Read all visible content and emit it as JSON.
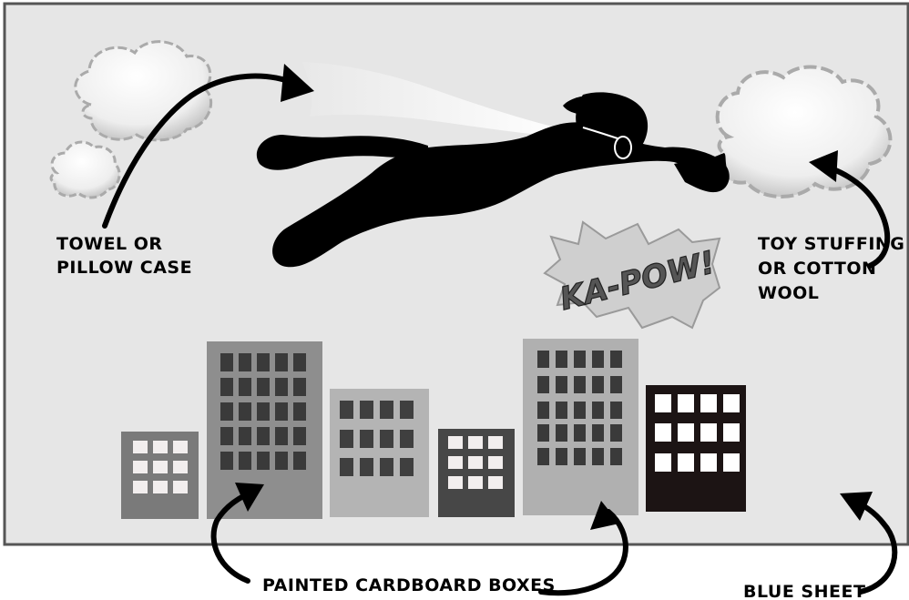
{
  "labels": {
    "towel": [
      "TOWEL OR",
      "PILLOW CASE"
    ],
    "stuffing": [
      "TOY STUFFING",
      "OR COTTON",
      "WOOL"
    ],
    "boxes": "PAINTED CARDBOARD BOXES",
    "sheet": "BLUE SHEET",
    "kapow": "KA-POW!"
  },
  "colors": {
    "sheet_bg": "#e6e6e6",
    "sheet_border": "#555555",
    "silhouette": "#000000",
    "cape": "#ffffff",
    "arrow": "#000000",
    "cloud_outline": "#aaaaaa"
  }
}
